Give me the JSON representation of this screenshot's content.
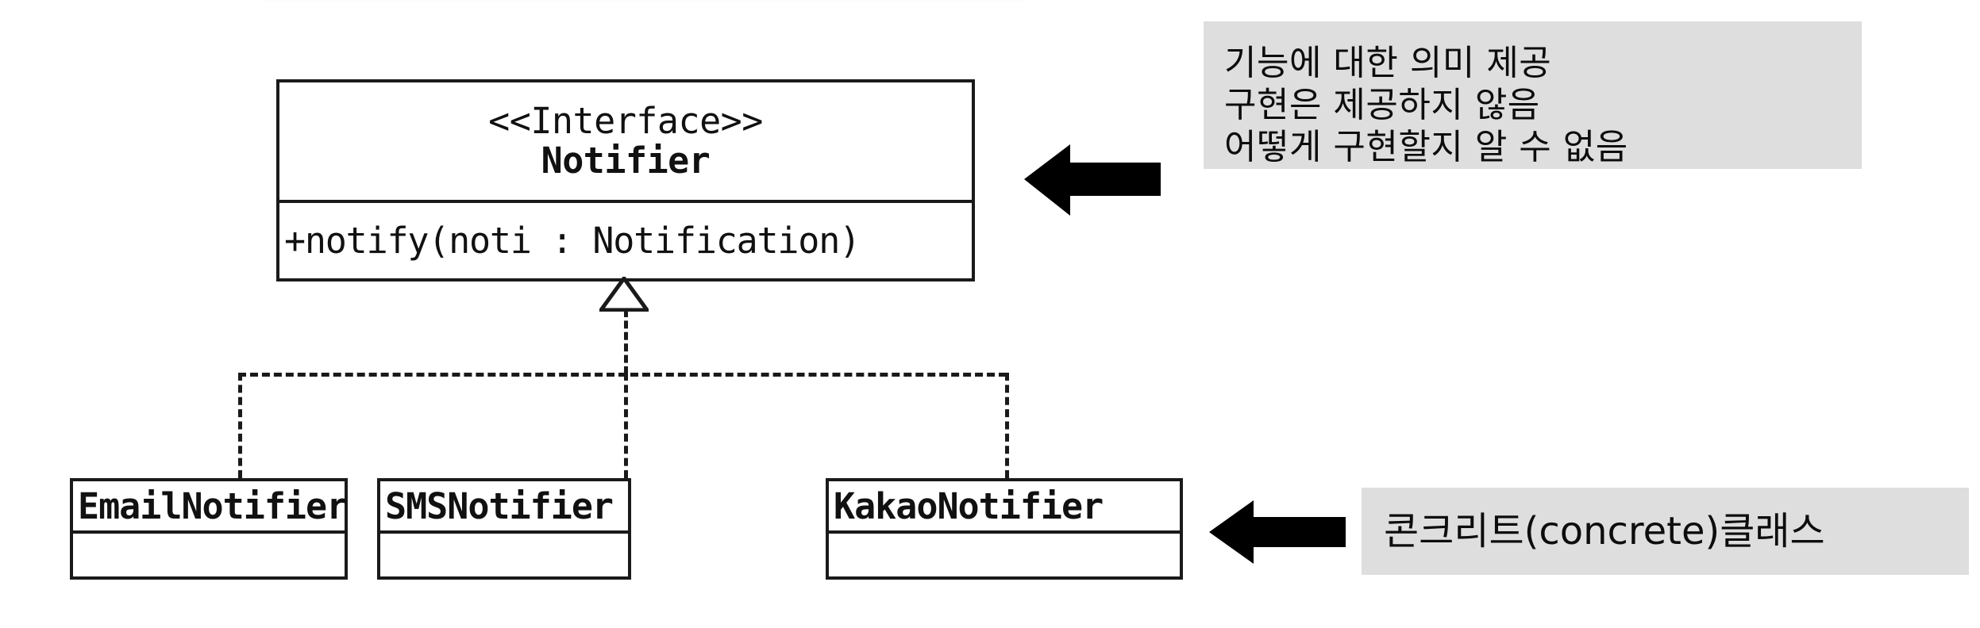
{
  "diagram": {
    "type": "uml-class-diagram",
    "title": "Notifier interface and concrete notifier classes",
    "colors": {
      "stroke": "#1a1a1a",
      "background": "#ffffff",
      "note_background": "#dedede",
      "text": "#111111",
      "arrow": "#000000"
    }
  },
  "interface": {
    "stereotype": "<<Interface>>",
    "name": "Notifier",
    "methods": [
      "+notify(noti : Notification)"
    ]
  },
  "concrete_classes": [
    {
      "name": "EmailNotifier",
      "members": ""
    },
    {
      "name": "SMSNotifier",
      "members": ""
    },
    {
      "name": "KakaoNotifier",
      "members": ""
    }
  ],
  "relationships": [
    {
      "kind": "realization",
      "from": "EmailNotifier",
      "to": "Notifier",
      "line": "dashed",
      "arrowhead": "hollow-triangle"
    },
    {
      "kind": "realization",
      "from": "SMSNotifier",
      "to": "Notifier",
      "line": "dashed",
      "arrowhead": "hollow-triangle"
    },
    {
      "kind": "realization",
      "from": "KakaoNotifier",
      "to": "Notifier",
      "line": "dashed",
      "arrowhead": "hollow-triangle"
    }
  ],
  "notes": {
    "interface_note": {
      "target": "Notifier",
      "lines": [
        "기능에 대한 의미 제공",
        "구현은 제공하지 않음",
        "어떻게 구현할지 알 수 없음"
      ]
    },
    "concrete_note": {
      "target": "KakaoNotifier",
      "lines": [
        "콘크리트(concrete)클래스"
      ]
    }
  }
}
